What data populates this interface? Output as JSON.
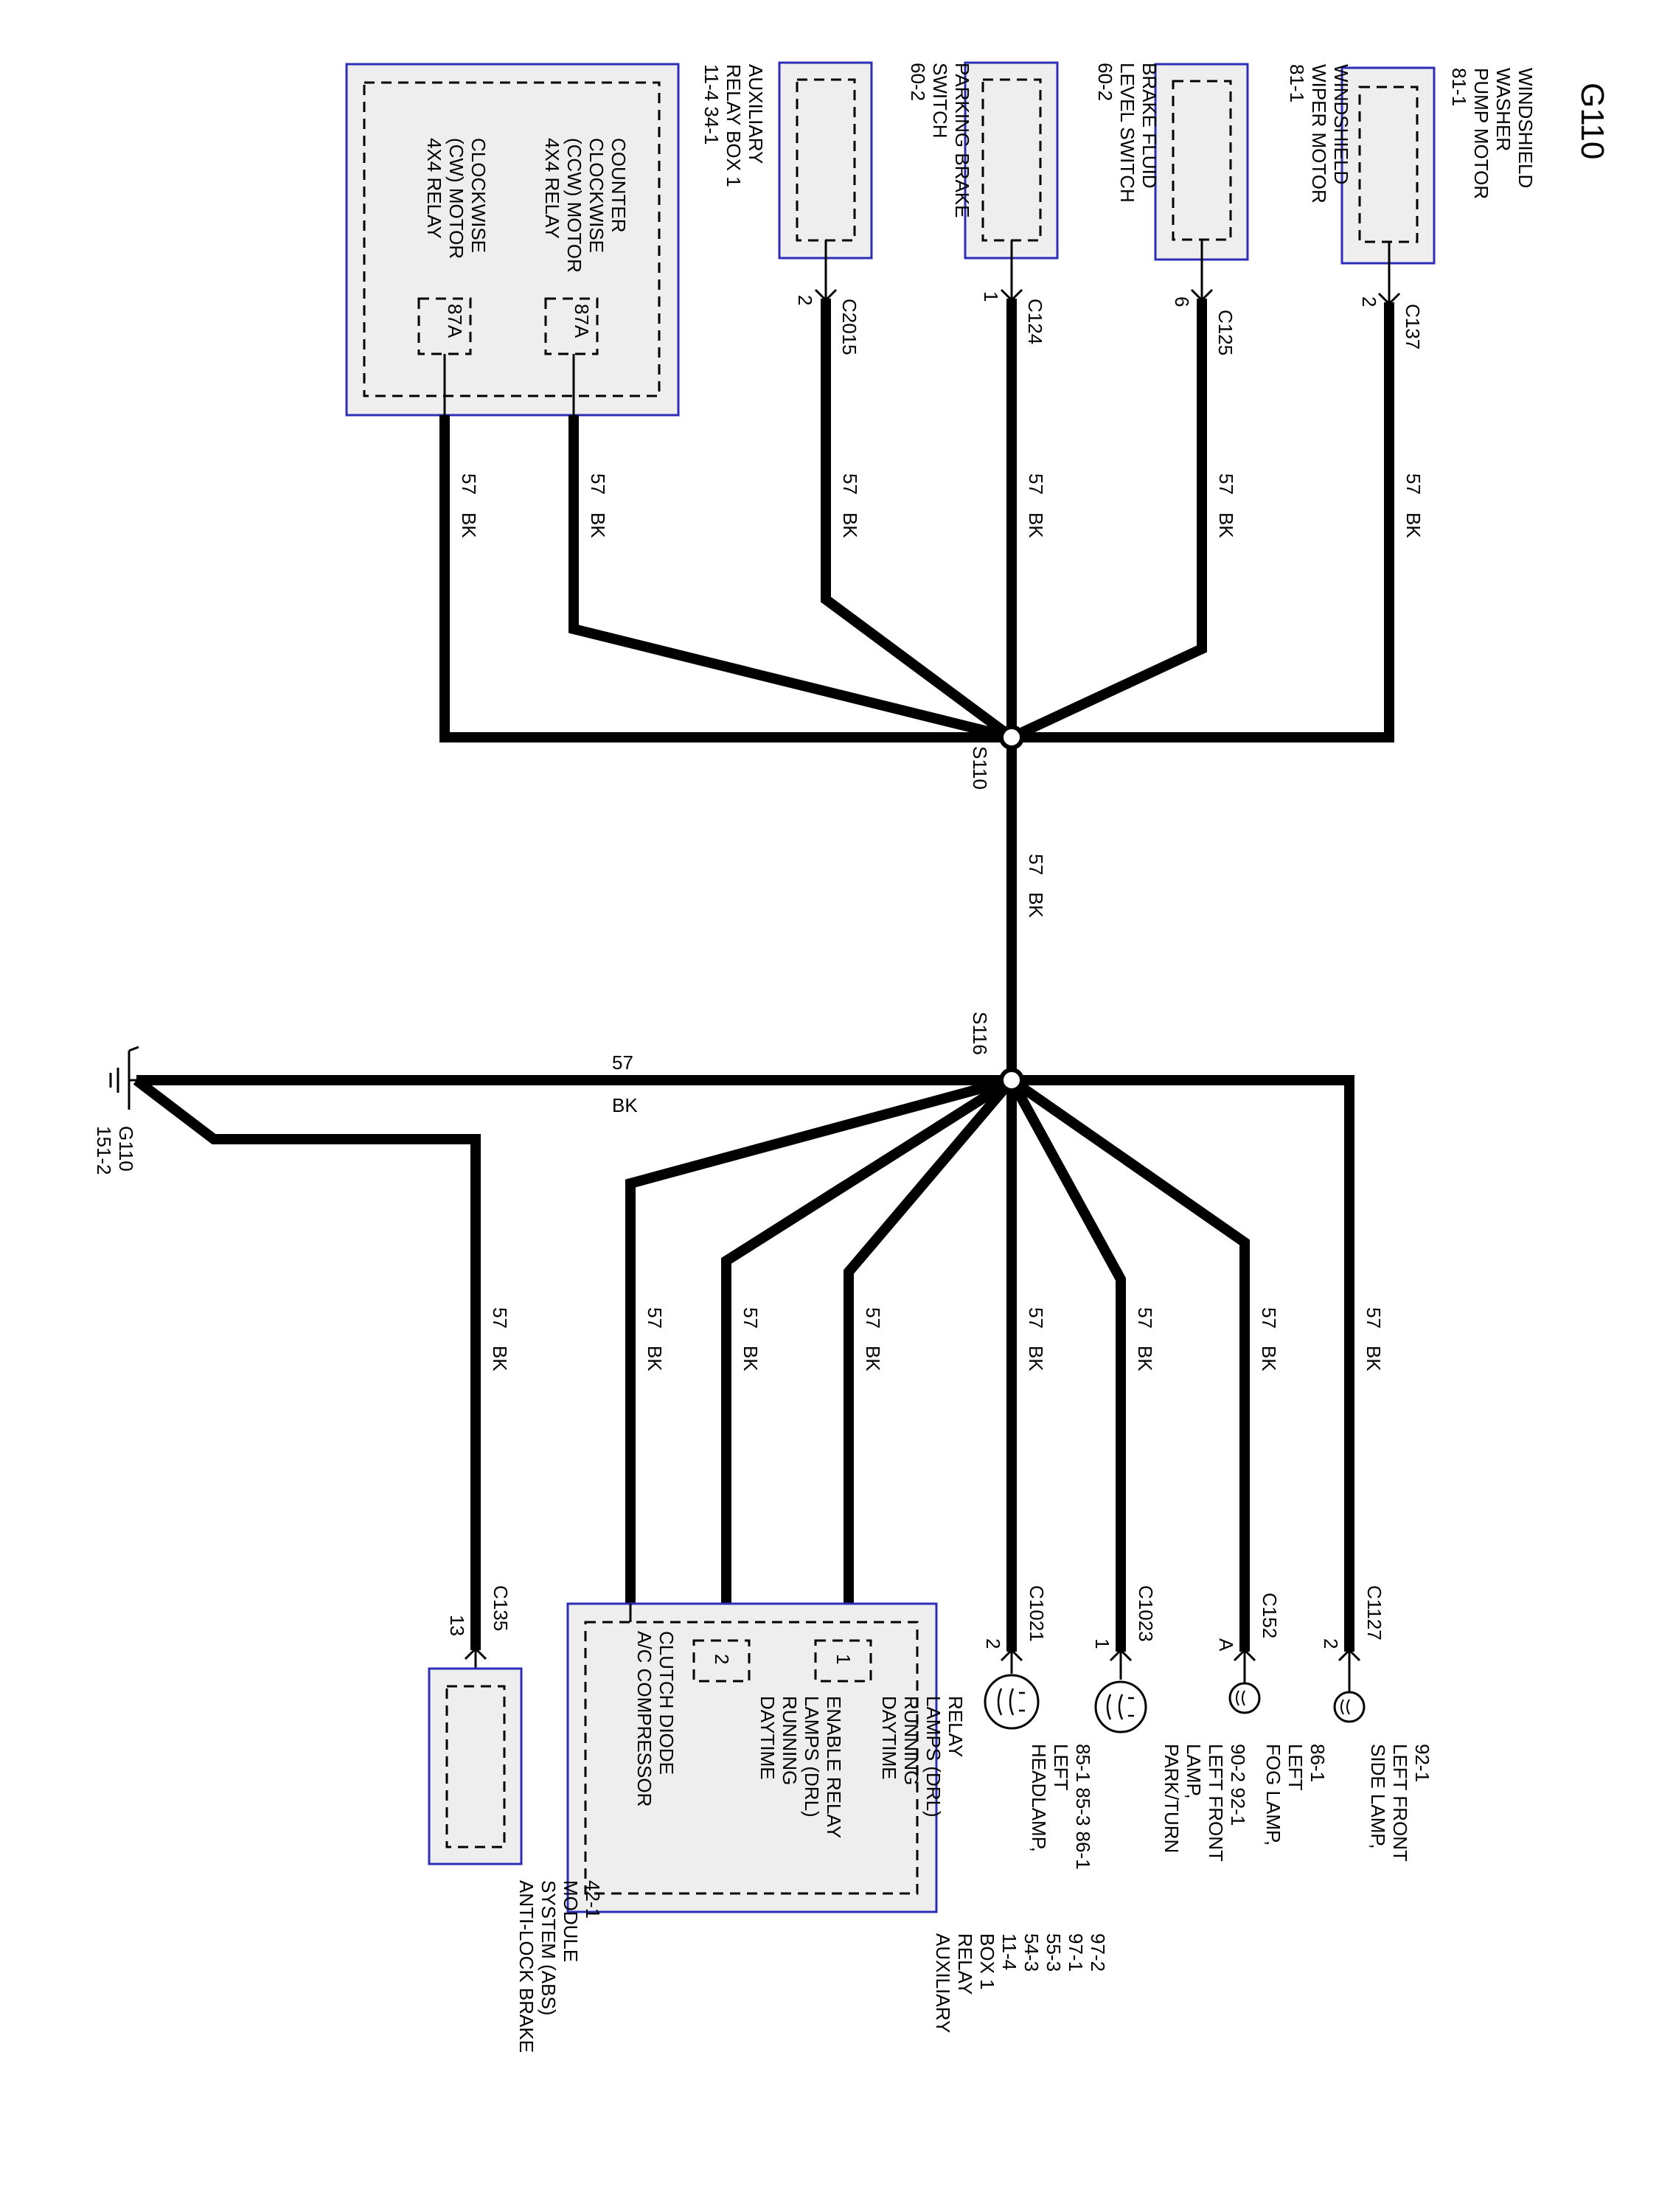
{
  "diagram": {
    "title": "G110",
    "splices": {
      "upper": "S110",
      "lower": "S116"
    },
    "wire": {
      "circuit": "57",
      "color": "BK"
    },
    "top_components": {
      "washer": {
        "name_lines": [
          "WINDSHIELD",
          "WASHER",
          "PUMP MOTOR",
          "81-1"
        ],
        "connector": "C137",
        "pin": "2"
      },
      "wiper": {
        "name_lines": [
          "WINDSHIELD",
          "WIPER MOTOR",
          "81-1"
        ],
        "connector": "C125",
        "pin": "6"
      },
      "brake_fluid": {
        "name_lines": [
          "BRAKE FLUID",
          "LEVEL SWITCH",
          "60-2"
        ],
        "connector": "C124",
        "pin": "1"
      },
      "parking_brake": {
        "name_lines": [
          "PARKING BRAKE",
          "SWITCH",
          "60-2"
        ],
        "connector": "C2015",
        "pin": "2"
      },
      "aux_relay_top": {
        "name_lines": [
          "AUXILIARY",
          "RELAY BOX 1",
          "11-4      34-1"
        ],
        "ccw_lines": [
          "COUNTER",
          "CLOCKWISE",
          "(CCW) MOTOR",
          "4X4 RELAY"
        ],
        "cw_lines": [
          "CLOCKWISE",
          "(CW) MOTOR",
          "4X4 RELAY"
        ],
        "pin_ccw": "87A",
        "pin_cw": "87A"
      }
    },
    "bottom_components": {
      "side_lamp": {
        "name_lines": [
          "SIDE LAMP,",
          "LEFT FRONT",
          "92-1"
        ],
        "connector": "C1127",
        "pin": "2"
      },
      "fog_lamp": {
        "name_lines": [
          "FOG LAMP,",
          "LEFT",
          "86-1"
        ],
        "connector": "C152",
        "pin": "A"
      },
      "park_turn": {
        "name_lines": [
          "PARK/TURN",
          "LAMP,",
          "LEFT FRONT",
          "90-2      92-1"
        ],
        "connector": "C1023",
        "pin": "1"
      },
      "headlamp": {
        "name_lines": [
          "HEADLAMP,",
          "LEFT",
          "85-1      85-3      86-1"
        ],
        "connector": "C1021",
        "pin": "2"
      },
      "aux_relay_bottom": {
        "name_lines": [
          "AUXILIARY",
          "RELAY",
          "BOX 1",
          "11-4",
          "54-3",
          "55-3",
          "97-1",
          "97-2"
        ],
        "drl_relay_lines": [
          "DAYTIME",
          "RUNNING",
          "LAMPS (DRL)",
          "RELAY"
        ],
        "drl_enable_lines": [
          "DAYTIME",
          "RUNNING",
          "LAMPS (DRL)",
          "ENABLE RELAY"
        ],
        "ac_diode_lines": [
          "A/C COMPRESSOR",
          "CLUTCH DIODE"
        ],
        "pin_drl": "1",
        "pin_enable": "2"
      },
      "abs_module": {
        "name_lines": [
          "ANTI-LOCK BRAKE",
          "SYSTEM (ABS)",
          "MODULE",
          "42-1"
        ],
        "connector": "C135",
        "pin": "13"
      }
    },
    "ground": {
      "name": "G110",
      "ref": "151-2"
    }
  }
}
